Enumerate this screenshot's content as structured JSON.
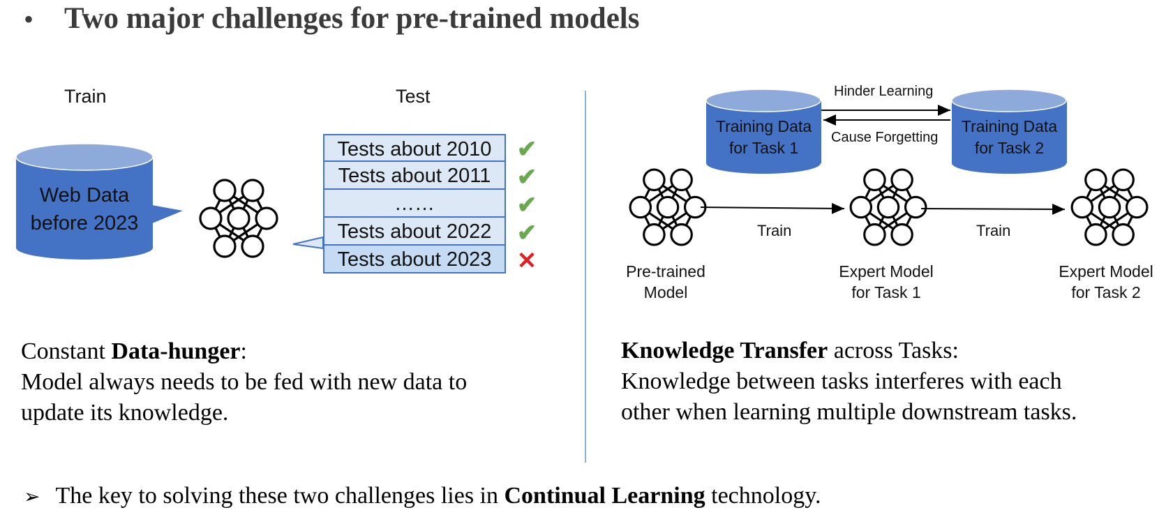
{
  "title": {
    "bullet": "•",
    "text": "Two major challenges for pre-trained models"
  },
  "left": {
    "train_label": "Train",
    "test_label": "Test",
    "web_data": {
      "line1": "Web Data",
      "line2": "before 2023"
    },
    "tests": [
      {
        "label": "Tests about 2010",
        "status": "✔"
      },
      {
        "label": "Tests about 2011",
        "status": "✔"
      },
      {
        "label": "……",
        "status": "✔"
      },
      {
        "label": "Tests about 2022",
        "status": "✔"
      },
      {
        "label": "Tests about 2023",
        "status": "✕"
      }
    ],
    "heading_prefix": "Constant ",
    "heading_bold": "Data-hunger",
    "heading_suffix": ":",
    "body_line1": "Model always needs to be fed with new data to",
    "body_line2": "update its knowledge."
  },
  "right": {
    "data1": {
      "line1": "Training Data",
      "line2": "for Task 1"
    },
    "data2": {
      "line1": "Training Data",
      "line2": "for Task 2"
    },
    "hinder": "Hinder Learning",
    "forget": "Cause Forgetting",
    "train1": "Train",
    "train2": "Train",
    "model0": {
      "line1": "Pre-trained",
      "line2": "Model"
    },
    "model1": {
      "line1": "Expert Model",
      "line2": "for Task 1"
    },
    "model2": {
      "line1": "Expert Model",
      "line2": "for Task 2"
    },
    "heading_bold": "Knowledge Transfer",
    "heading_suffix": " across Tasks:",
    "body_line1": "Knowledge between tasks interferes with each",
    "body_line2": "other when learning multiple downstream tasks."
  },
  "footer": {
    "arrow": "➢",
    "prefix": "The key to solving these two challenges lies in ",
    "bold": "Continual Learning",
    "suffix": " technology."
  },
  "colors": {
    "cylinder_body": "#4472c4",
    "cylinder_top": "#8eaadb",
    "check": "#6aa84f",
    "cross": "#e02020",
    "divider": "#8eb1d6"
  }
}
